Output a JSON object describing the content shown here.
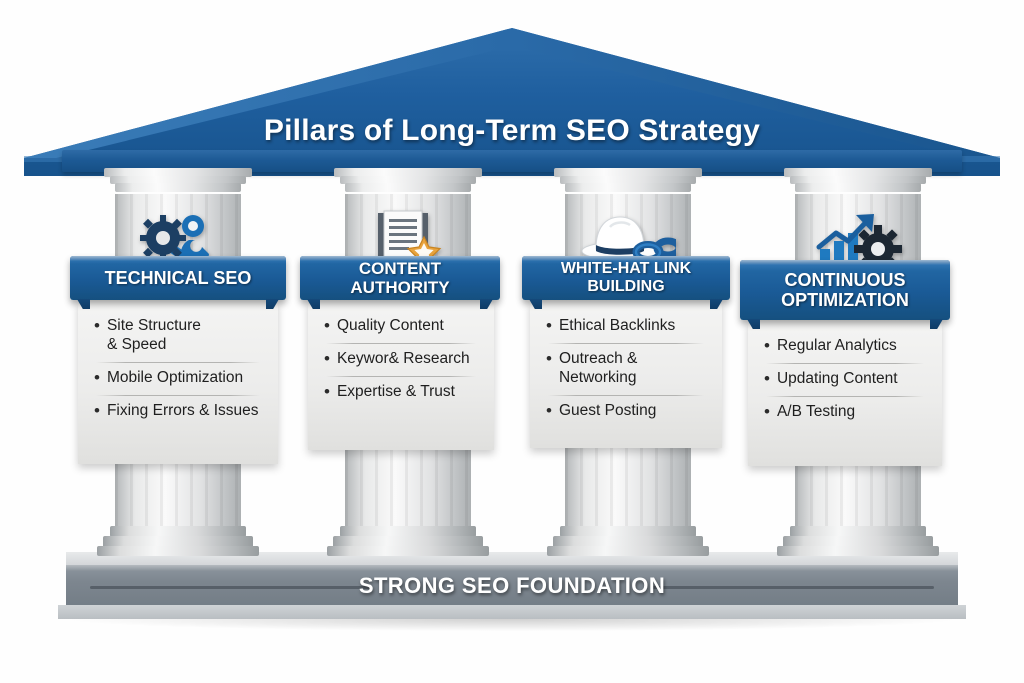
{
  "title": "Pillars of Long-Term SEO Strategy",
  "foundation": {
    "label": "STRONG SEO FOUNDATION"
  },
  "colors": {
    "pediment_blue": "#1C5C9E",
    "banner_blue": "#1A5A96",
    "column_gray": "#E2E3E4",
    "foundation_gray": "#7D868F",
    "star_gold": "#E8A33D",
    "icon_navy": "#1B3A5C"
  },
  "pillars": [
    {
      "id": "technical-seo",
      "banner": "TECHNICAL SEO",
      "icon": "gears-wrench-icon",
      "items": [
        "Site Structure\n& Speed",
        "Mobile Optimization",
        "Fixing Errors & Issues"
      ]
    },
    {
      "id": "content-authority",
      "banner": "CONTENT AUTHORITY",
      "icon": "document-star-icon",
      "items": [
        "Quality Content",
        "Keywor& Research",
        "Expertise & Trust"
      ]
    },
    {
      "id": "white-hat-link-building",
      "banner": "WHITE-HAT LINK BUILDING",
      "icon": "white-hat-chain-icon",
      "items": [
        "Ethical Backlinks",
        "Outreach & Networking",
        "Guest Posting"
      ]
    },
    {
      "id": "continuous-optimization",
      "banner": "CONTINUOUS\nOPTIMIZATION",
      "icon": "growth-chart-gear-icon",
      "items": [
        "Regular Analytics",
        "Updating Content",
        "A/B Testing"
      ]
    }
  ]
}
